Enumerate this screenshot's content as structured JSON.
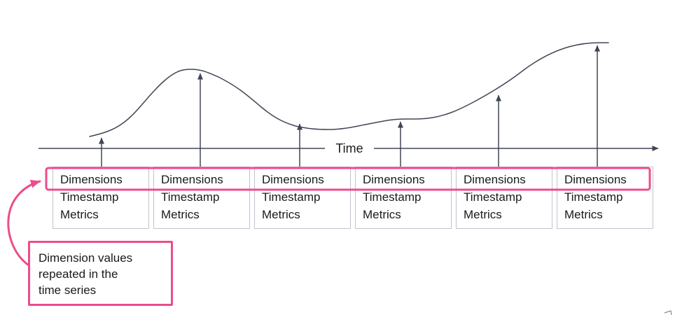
{
  "diagram": {
    "axis_label": "Time",
    "records": [
      {
        "lines": [
          "Dimensions",
          "Timestamp",
          "Metrics"
        ]
      },
      {
        "lines": [
          "Dimensions",
          "Timestamp",
          "Metrics"
        ]
      },
      {
        "lines": [
          "Dimensions",
          "Timestamp",
          "Metrics"
        ]
      },
      {
        "lines": [
          "Dimensions",
          "Timestamp",
          "Metrics"
        ]
      },
      {
        "lines": [
          "Dimensions",
          "Timestamp",
          "Metrics"
        ]
      },
      {
        "lines": [
          "Dimensions",
          "Timestamp",
          "Metrics"
        ]
      }
    ],
    "callout": {
      "lines": [
        "Dimension values",
        "repeated in the",
        "time series"
      ]
    },
    "colors": {
      "accent_pink": "#ec4c8c",
      "stroke_dark": "#404556",
      "box_border": "#c0c4ce",
      "text": "#1a1a1a"
    }
  }
}
